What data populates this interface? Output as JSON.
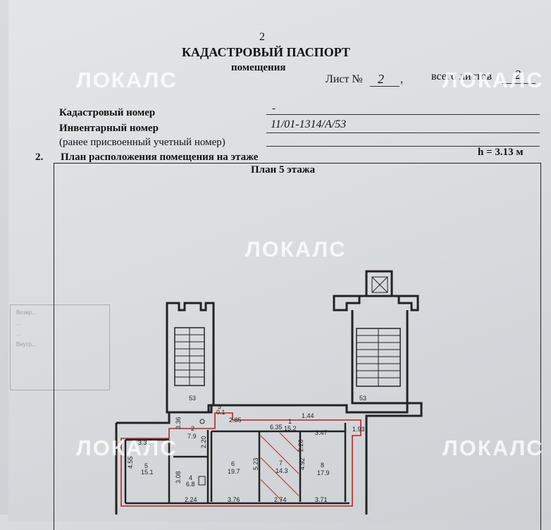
{
  "header": {
    "page_num": "2",
    "title": "КАДАСТРОВЫЙ ПАСПОРТ",
    "subtitle": "помещения",
    "sheet_label": "Лист №",
    "sheet_value": "2",
    "total_label": "всего листов",
    "total_value": "2"
  },
  "fields": {
    "cadastral_label": "Кадастровый номер",
    "cadastral_value": "-",
    "inventory_label": "Инвентарный номер",
    "inventory_value": "11/01-1314/А/53",
    "prev_label": "(ранее присвоенный учетный номер)"
  },
  "section": {
    "number": "2.",
    "label": "План расположения помещения на этаже",
    "height": "h = 3.13 м",
    "plan_title": "План 5 этажа"
  },
  "watermark": "ЛОКАЛС",
  "stamp_lines": [
    "Возвр...",
    "...",
    "...",
    "Внутр..."
  ],
  "plan": {
    "rooms": [
      {
        "num": "1",
        "area": "15.2"
      },
      {
        "num": "2",
        "area": "7.9"
      },
      {
        "num": "3",
        "area": "0.1"
      },
      {
        "num": "4",
        "area": "6.8"
      },
      {
        "num": "5",
        "area": "15.1"
      },
      {
        "num": "6",
        "area": "19.7"
      },
      {
        "num": "7",
        "area": "14.3"
      },
      {
        "num": "8",
        "area": "17.9"
      }
    ],
    "dims": [
      "53",
      "53",
      "2.85",
      "6.35",
      "1.44",
      "3.47",
      "1.93",
      "3.36",
      "2.20",
      "3.32",
      "4.55",
      "3.08",
      "5.23",
      "4.92",
      "2.20",
      "2.24",
      "3.76",
      "2.74",
      "3.71"
    ]
  }
}
